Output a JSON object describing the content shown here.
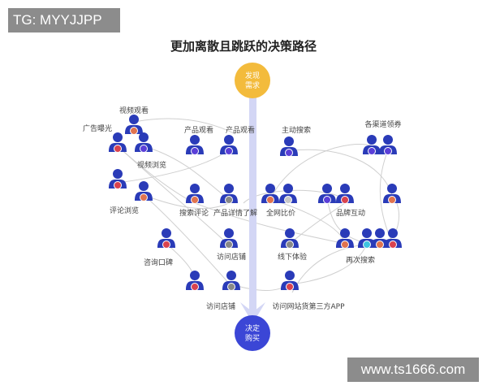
{
  "watermark_top": "TG: MYYJJPP",
  "watermark_bottom": "www.ts1666.com",
  "title": "更加离散且跳跃的决策路径",
  "start_node": {
    "line1": "发现",
    "line2": "需求",
    "color": "#f3bb3c"
  },
  "end_node": {
    "line1": "决定",
    "line2": "购买",
    "color": "#3b46d6"
  },
  "labels": [
    "视频观看",
    "广告曝光",
    "视频浏览",
    "产品观看",
    "产品观看",
    "主动搜索",
    "各渠道领券",
    "评论浏览",
    "搜索评论",
    "产品详情了解",
    "全网比价",
    "品牌互动",
    "咨询口碑",
    "访问店铺",
    "线下体验",
    "再次搜索",
    "访问店铺",
    "访问网站货第三方APP"
  ],
  "colors": {
    "person": "#2a3bb8",
    "arrow": "#d3d6f5",
    "link": "#cfcfcf"
  },
  "persons": [
    {
      "badge": "#e0734f"
    },
    {
      "badge": "#d9434f"
    },
    {
      "badge": "#5b3fd8"
    },
    {
      "badge": "#5b3fd8"
    },
    {
      "badge": "#5b3fd8"
    },
    {
      "badge": "#5b3fd8"
    },
    {
      "badge": "#5b3fd8"
    },
    {
      "badge": "#5b3fd8"
    },
    {
      "badge": "#d9434f"
    },
    {
      "badge": "#e0734f"
    },
    {
      "badge": "#e0734f"
    },
    {
      "badge": "#888888"
    },
    {
      "badge": "#e0734f"
    },
    {
      "badge": "#c8c8c8"
    },
    {
      "badge": "#5b3fd8"
    },
    {
      "badge": "#d9434f"
    },
    {
      "badge": "#e0734f"
    },
    {
      "badge": "#d9434f"
    },
    {
      "badge": "#888888"
    },
    {
      "badge": "#888888"
    },
    {
      "badge": "#e0734f"
    },
    {
      "badge": "#3fc3e0"
    },
    {
      "badge": "#e0734f"
    },
    {
      "badge": "#d9434f"
    },
    {
      "badge": "#d9434f"
    },
    {
      "badge": "#888888"
    },
    {
      "badge": "#d9434f"
    }
  ]
}
